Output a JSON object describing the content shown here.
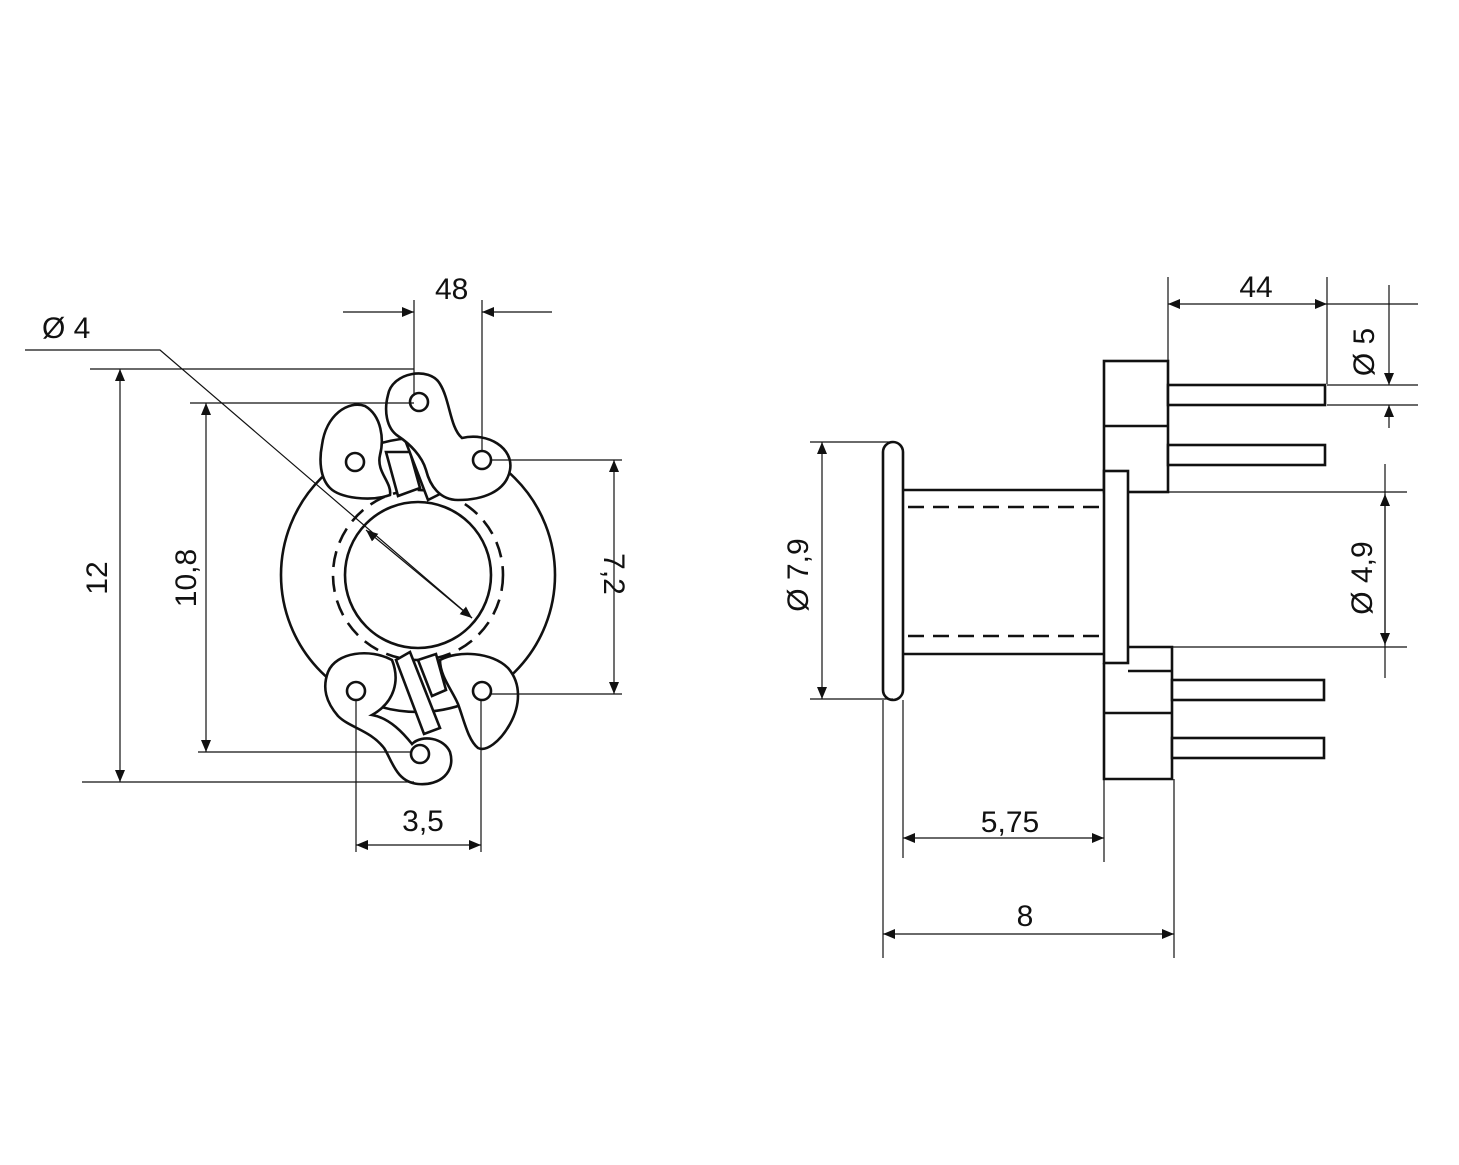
{
  "colors": {
    "ink": "#111111",
    "paper": "#ffffff"
  },
  "front_view": {
    "dims": {
      "bore_diameter": "Ø 4",
      "top_pin_spacing": "48",
      "overall_height": "12",
      "inner_height": "10,8",
      "pin_row_height": "7,2",
      "bottom_pin_spacing": "3,5"
    }
  },
  "side_view": {
    "dims": {
      "flange_diameter": "Ø 7,9",
      "pin_length": "44",
      "pin_diameter": "Ø 5",
      "core_diameter": "Ø 4,9",
      "winding_length": "5,75",
      "overall_length": "8"
    }
  }
}
